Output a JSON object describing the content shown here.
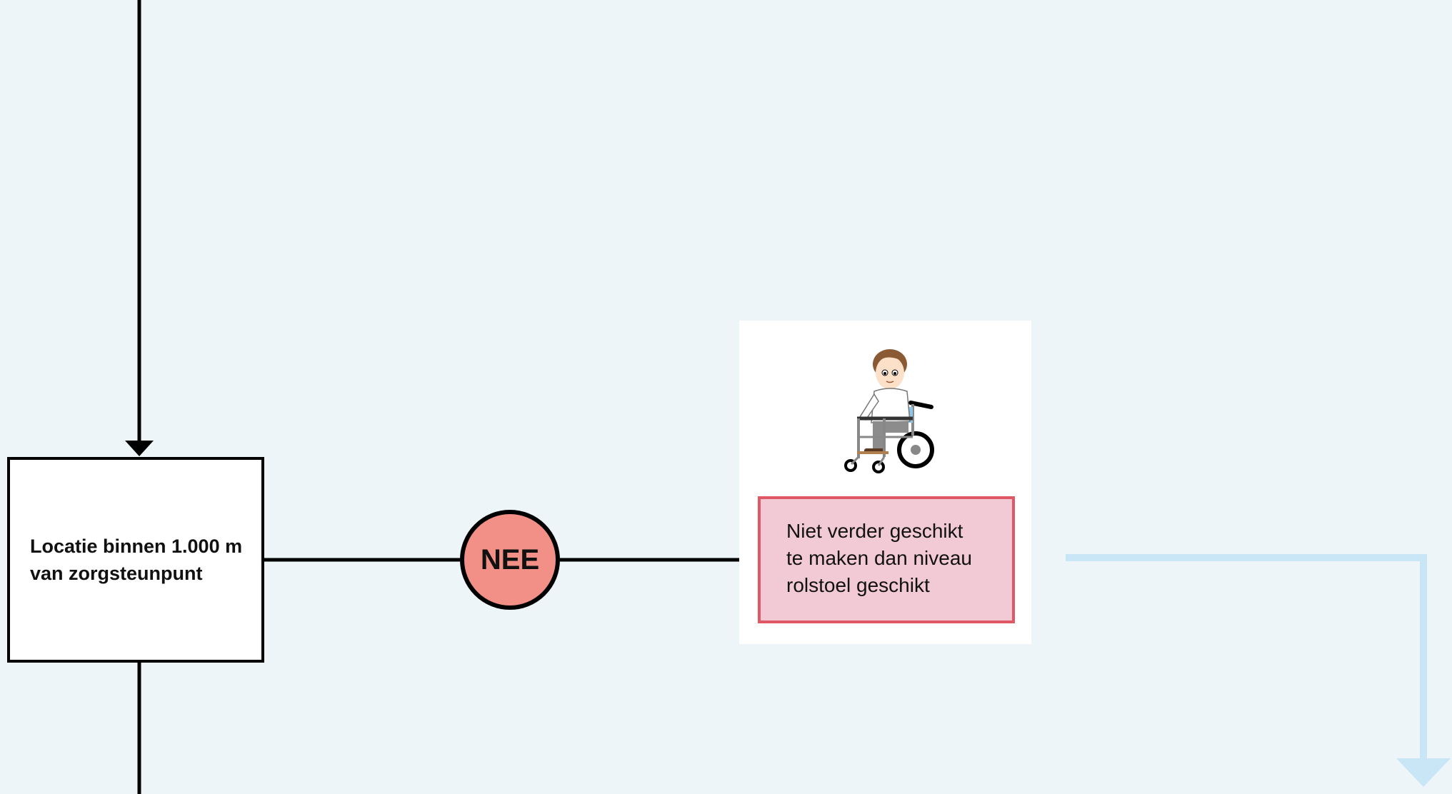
{
  "decision": {
    "text": "Locatie binnen 1.000 m van zorgsteunpunt"
  },
  "branch": {
    "label": "NEE",
    "color": "#f28f86"
  },
  "outcome": {
    "icon": "wheelchair-user-icon",
    "lines": [
      "Niet verder geschikt",
      "te maken dan niveau",
      "rolstoel geschikt"
    ],
    "fill": "#f2cad6",
    "border": "#e05766"
  },
  "colors": {
    "background": "#edf5f9",
    "connector": "#000000",
    "continuation_arrow": "#c9e6f6"
  }
}
